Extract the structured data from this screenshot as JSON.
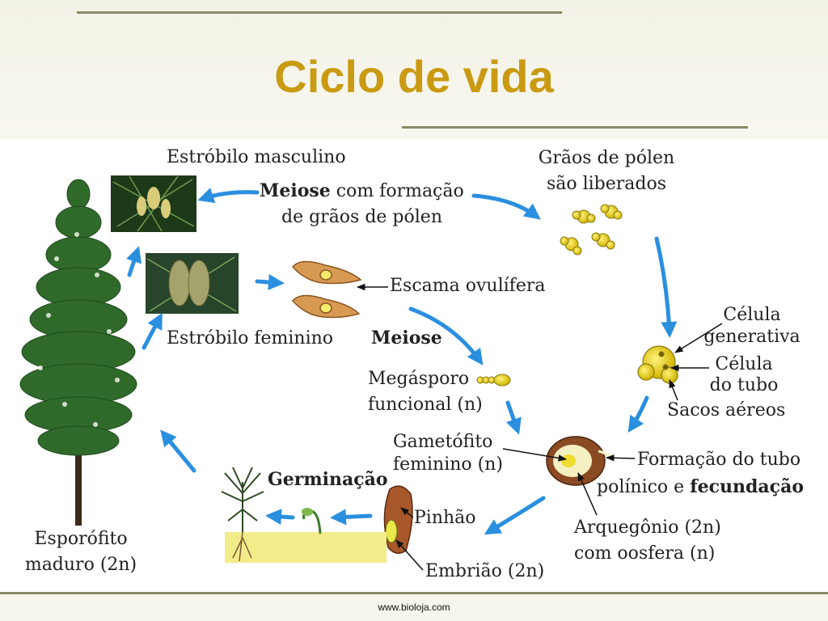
{
  "title": "Ciclo de vida",
  "labels": {
    "male_cone": "Estróbilo masculino",
    "meiosis_pollen_bold": "Meiose",
    "meiosis_pollen_rest": " com formação",
    "meiosis_pollen_line2": "de grãos de pólen",
    "pollen_released_1": "Grãos de pólen",
    "pollen_released_2": "são liberados",
    "ovuliferous_scale": "Escama ovulífera",
    "female_cone": "Estróbilo feminino",
    "meiosis": "Meiose",
    "megaspore_1": "Megásporo",
    "megaspore_2": "funcional (n)",
    "generative_cell_1": "Célula",
    "generative_cell_2": "generativa",
    "tube_cell_1": "Célula",
    "tube_cell_2": "do tubo",
    "air_sacs": "Sacos aéreos",
    "gametophyte_1": "Gametófito",
    "gametophyte_2": "feminino (n)",
    "pollen_tube_1": "Formação do tubo",
    "pollen_tube_2a": "polínico e ",
    "pollen_tube_2b": "fecundação",
    "germination": "Germinação",
    "seed": "Pinhão",
    "archegonium_1": "Arquegônio (2n)",
    "archegonium_2": "com oosfera (n)",
    "embryo": "Embrião (2n)",
    "sporophyte_1": "Esporófito",
    "sporophyte_2": "maduro (2n)"
  },
  "footer": "www.bioloja.com",
  "colors": {
    "title": "#c99a12",
    "arrow": "#2b8fe0",
    "rule": "#8a8a66"
  }
}
